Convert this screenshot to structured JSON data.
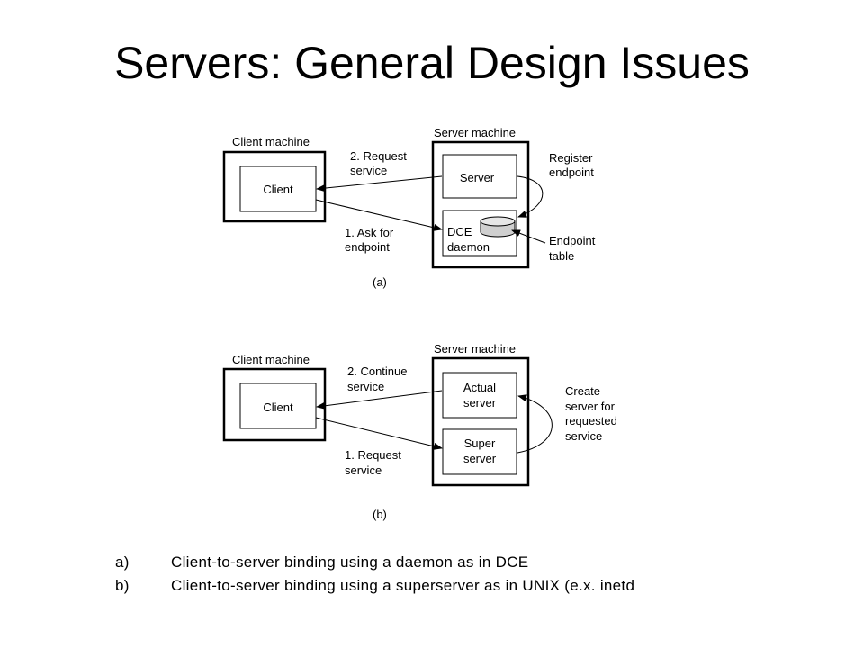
{
  "title": "Servers: General Design Issues",
  "diagram_a": {
    "client_machine_label": "Client machine",
    "client_label": "Client",
    "server_machine_label": "Server machine",
    "server_label": "Server",
    "dce_label_line1": "DCE",
    "dce_label_line2": "daemon",
    "step2_line1": "2. Request",
    "step2_line2": "service",
    "step1_line1": "1. Ask for",
    "step1_line2": "endpoint",
    "register_line1": "Register",
    "register_line2": "endpoint",
    "table_line1": "Endpoint",
    "table_line2": "table",
    "caption": "(a)"
  },
  "diagram_b": {
    "client_machine_label": "Client machine",
    "client_label": "Client",
    "server_machine_label": "Server machine",
    "actual_line1": "Actual",
    "actual_line2": "server",
    "super_line1": "Super",
    "super_line2": "server",
    "step2_line1": "2. Continue",
    "step2_line2": "service",
    "step1_line1": "1. Request",
    "step1_line2": "service",
    "create_line1": "Create",
    "create_line2": "server for",
    "create_line3": "requested",
    "create_line4": "service",
    "caption": "(b)"
  },
  "captions": [
    {
      "key": "a)",
      "text": "Client-to-server binding using a daemon as in DCE"
    },
    {
      "key": "b)",
      "text": "Client-to-server binding using a superserver as in UNIX (e.x. inetd"
    }
  ]
}
